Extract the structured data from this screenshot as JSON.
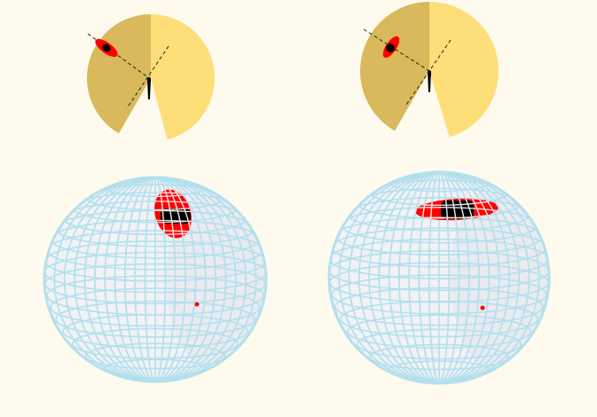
{
  "palette": {
    "background": "#fefbee",
    "pie_dark": "#d9b95b",
    "pie_light": "#fede78",
    "spot": "#ff0000",
    "core": "#000000",
    "sphere_fill": "#f1f1f6",
    "grid": "#b3e0ec",
    "outline": "#000000"
  },
  "panels": [
    {
      "id": "left",
      "pie_icon": "pie-wedge-with-cutout",
      "sphere_icon": "wireframe-sphere",
      "marker": "red-dot"
    },
    {
      "id": "right",
      "pie_icon": "pie-wedge-with-cutout",
      "sphere_icon": "wireframe-sphere",
      "marker": "red-dot"
    }
  ]
}
